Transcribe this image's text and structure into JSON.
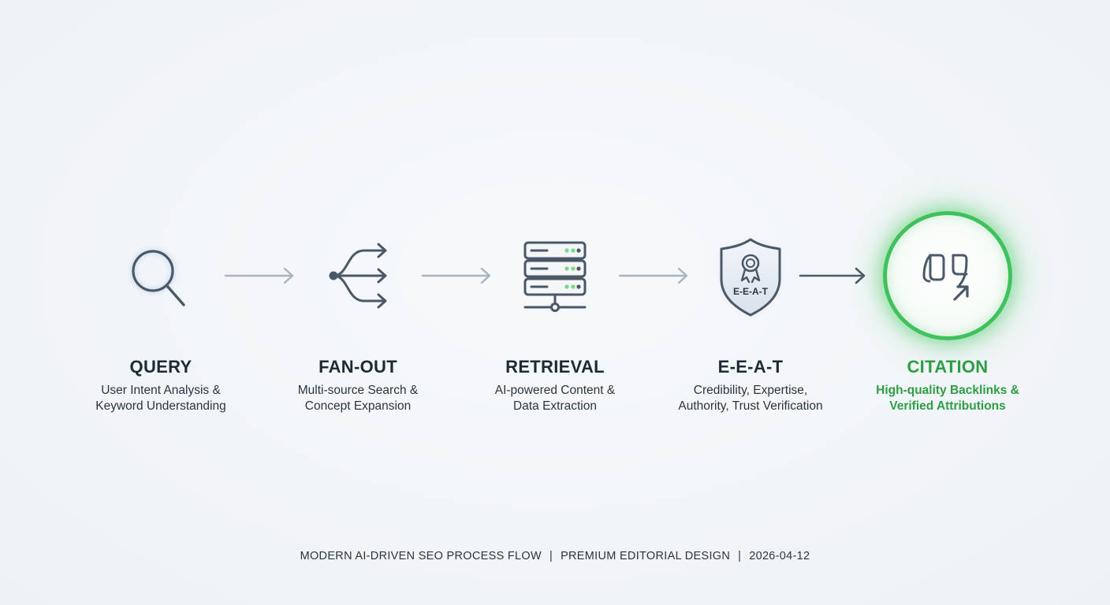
{
  "steps": [
    {
      "title": "QUERY",
      "desc": [
        "User Intent Analysis &",
        "Keyword Understanding"
      ],
      "icon": "magnifier-icon"
    },
    {
      "title": "FAN-OUT",
      "desc": [
        "Multi-source Search &",
        "Concept Expansion"
      ],
      "icon": "fan-out-arrows-icon"
    },
    {
      "title": "RETRIEVAL",
      "desc": [
        "AI-powered Content &",
        "Data Extraction"
      ],
      "icon": "server-stack-icon"
    },
    {
      "title": "E-E-A-T",
      "desc": [
        "Credibility, Expertise,",
        "Authority, Trust Verification"
      ],
      "icon": "shield-badge-icon",
      "badge_text": "E-E-A-T"
    },
    {
      "title": "CITATION",
      "desc": [
        "High-quality Backlinks &",
        "Verified Attributions"
      ],
      "icon": "quote-link-icon"
    }
  ],
  "footer": {
    "items": [
      "MODERN AI-DRIVEN SEO PROCESS FLOW",
      "PREMIUM EDITORIAL DESIGN",
      "2026-04-12"
    ],
    "separator": "|"
  },
  "colors": {
    "text": "#1f2a37",
    "icon_stroke": "#4a5868",
    "arrow_light": "#aab4bf",
    "arrow_dark": "#4a5868",
    "accent_green": "#2e9e45",
    "glow_green": "#3fc25c",
    "led_green": "#7ad88a"
  }
}
